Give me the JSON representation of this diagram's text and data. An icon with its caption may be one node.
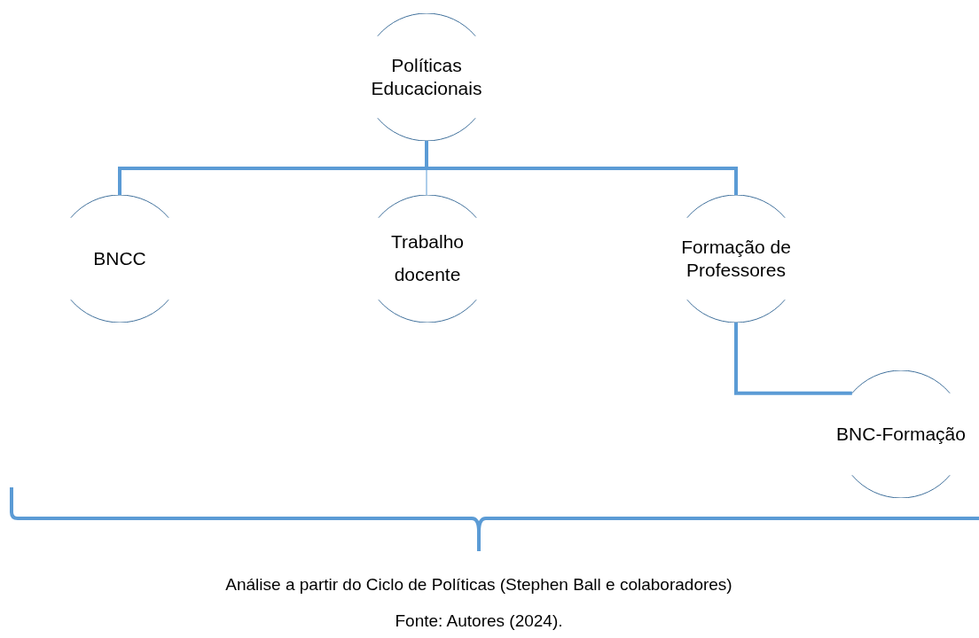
{
  "diagram": {
    "caption": "Fonte: Autores (2024).",
    "nodes": [
      {
        "text": [
          "Políticas Educacionais"
        ]
      },
      {
        "text": [
          "BNCC"
        ]
      },
      {
        "text": [
          "Trabalho docente"
        ]
      },
      {
        "text": [
          "Formação de Professores"
        ]
      },
      {
        "text": [
          "BNC-Formação"
        ]
      }
    ],
    "edges": [
      {
        "from": 0,
        "to": 1,
        "arrow": "none"
      },
      {
        "from": 0,
        "to": 2,
        "arrow": "none"
      },
      {
        "from": 0,
        "to": 3,
        "arrow": "none"
      },
      {
        "from": 3,
        "to": 4,
        "arrow": "none"
      }
    ],
    "labels": [
      "Análise a partir do Ciclo de Políticas (Stephen Ball e colaboradores)"
    ]
  }
}
